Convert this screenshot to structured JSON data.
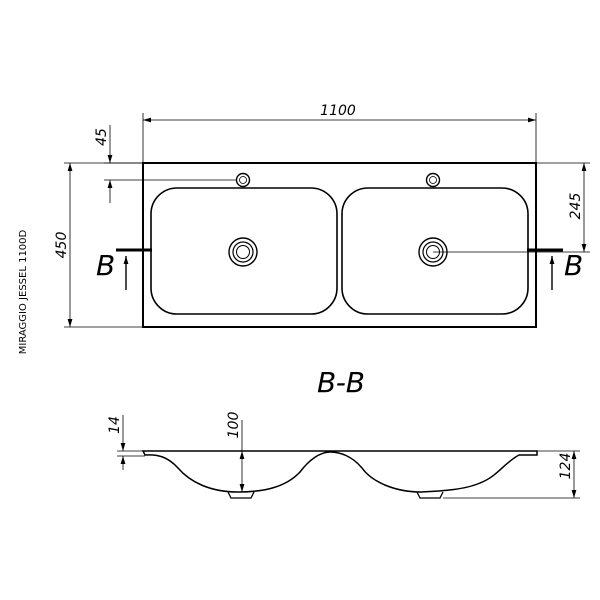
{
  "drawing": {
    "model_label": "MIRAGGIO JESSEL 1100D",
    "section_title": "B-B",
    "section_marker_left": "B",
    "section_marker_right": "B"
  },
  "dimensions": {
    "overall_width": "1100",
    "overall_depth": "450",
    "tap_hole_offset": "45",
    "drain_offset": "245",
    "rim_thickness": "14",
    "bowl_depth": "100",
    "total_height": "124"
  }
}
